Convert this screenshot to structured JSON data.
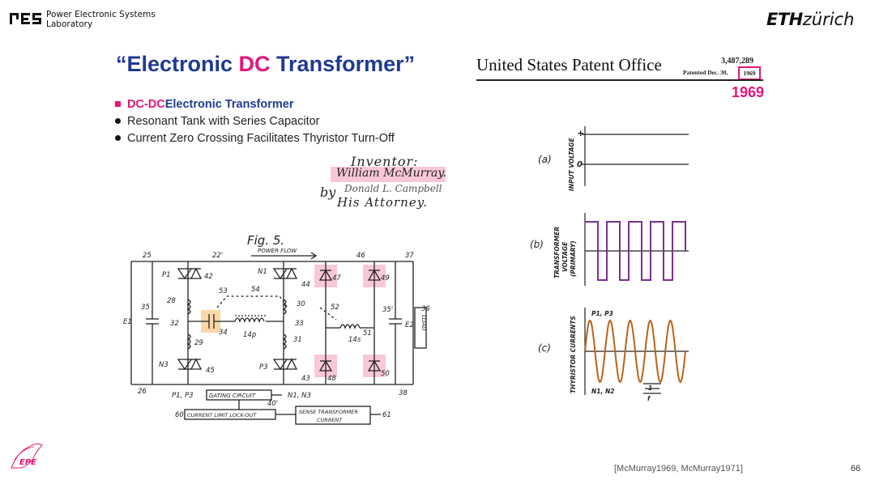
{
  "header": {
    "lab_line1": "Power Electronic Systems",
    "lab_line2": "Laboratory",
    "eth_logo_bold": "ETH",
    "eth_logo_rest": "zürich"
  },
  "slide": {
    "title_part1": "“Electronic ",
    "title_accent": "DC",
    "title_part2": " Transformer”",
    "bullets": [
      {
        "accent": "DC-DC",
        "text": " Electronic Transformer"
      },
      {
        "text": "Resonant Tank with Series Capacitor"
      },
      {
        "text": "Current Zero Crossing Facilitates Thyristor Turn-Off"
      }
    ],
    "citation": "[McMurray1969, McMurray1971]",
    "page_number": "66"
  },
  "patent": {
    "office": "United States Patent Office",
    "number": "3,487,289",
    "patented_label": "Patented Dec. 30,",
    "year_boxed": "1969",
    "year_highlight": "1969",
    "inventor_label": "Inventor:",
    "inventor_name": "William McMurray.",
    "by_label": "by",
    "signature": "Donald L. Campbell",
    "attorney_label": "His Attorney.",
    "figure_label": "Fig. 5.",
    "power_flow": "POWER FLOW",
    "gating_circuit": "GATING CIRCUIT",
    "current_limit": "CURRENT LIMIT LOCK-OUT",
    "sense_transformer_1": "SENSE TRANSFORMER",
    "sense_transformer_2": "CURRENT",
    "load": "LOAD",
    "p1p3": "P1, P3",
    "n1n3": "N1, N3",
    "p1": "P1",
    "n1": "N1",
    "n3": "N3",
    "p3": "P3",
    "e1": "E1",
    "e2": "E2",
    "ref_25": "25",
    "ref_22": "22'",
    "ref_46": "46",
    "ref_37": "37",
    "ref_42": "42",
    "ref_44": "44",
    "ref_47": "47",
    "ref_49": "49",
    "ref_53": "53",
    "ref_54": "54",
    "ref_28": "28",
    "ref_30": "30",
    "ref_52": "52",
    "ref_35": "35",
    "ref_35p": "35'",
    "ref_39": "39",
    "ref_32": "32",
    "ref_34": "34",
    "ref_33": "33",
    "ref_51": "51",
    "ref_14p": "14p",
    "ref_14s": "14s",
    "ref_29": "29",
    "ref_31": "31",
    "ref_45": "45",
    "ref_43": "43",
    "ref_48": "48",
    "ref_50": "50",
    "ref_26": "26",
    "ref_38": "38",
    "ref_40": "40'",
    "ref_60": "60",
    "ref_61": "61"
  },
  "waveforms": {
    "a_label": "(a)",
    "b_label": "(b)",
    "c_label": "(c)",
    "a_axis": "INPUT VOLTAGE",
    "b_axis_1": "TRANSFORMER",
    "b_axis_2": "VOLTAGE",
    "b_axis_3": "(PRIMARY)",
    "c_axis": "THYRISTOR CURRENTS",
    "plus": "+",
    "zero": "0",
    "p1p3": "P1, P3",
    "n1n2": "N1, N2",
    "one": "1",
    "f": "f"
  },
  "colors": {
    "title_blue": "#1f3a93",
    "accent_pink": "#e6157a",
    "highlight_pink": "#f8c8d8",
    "highlight_orange": "#fbd7a8",
    "waveform_purple": "#7b2f8e",
    "waveform_orange": "#b8651a"
  },
  "icons": [
    "pes-logo-icon",
    "eth-logo-icon",
    "epe-logo-icon"
  ]
}
